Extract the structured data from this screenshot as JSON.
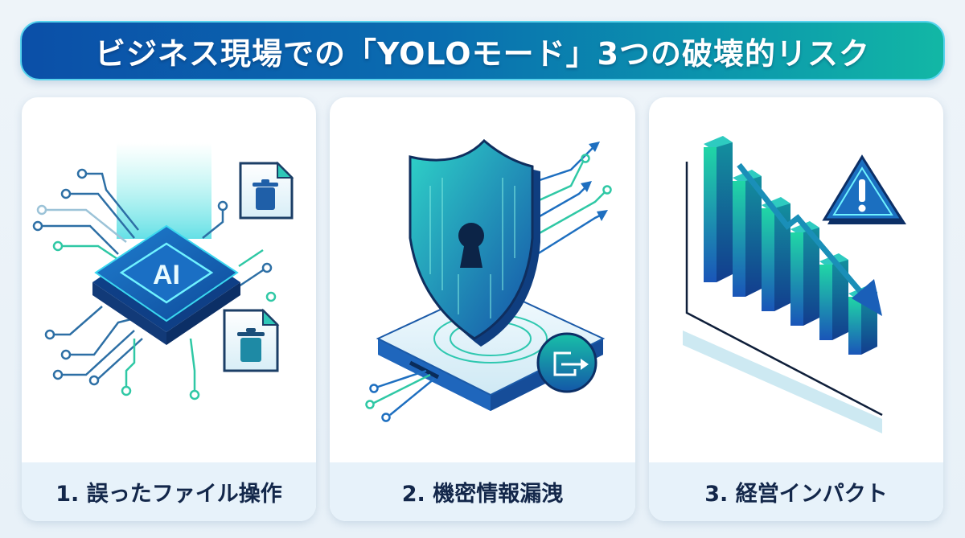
{
  "title": "ビジネス現場での「YOLOモード」3つの破壊的リスク",
  "colors": {
    "banner_start": "#0b4fa8",
    "banner_end": "#12b7a5",
    "accent_teal": "#22d3b0",
    "accent_blue": "#1b5fb8",
    "label_text": "#13274a",
    "label_band": "#e7f2fa"
  },
  "cards": [
    {
      "label": "1. 誤ったファイル操作",
      "illustration": {
        "chip_text": "AI",
        "icons": [
          "ai-chip-icon",
          "circuit-traces-icon",
          "file-delete-icon",
          "file-delete-icon"
        ]
      }
    },
    {
      "label": "2. 機密情報漏洩",
      "illustration": {
        "icons": [
          "shield-keyhole-icon",
          "server-icon",
          "data-outflow-arrows-icon",
          "export-icon"
        ]
      }
    },
    {
      "label": "3. 経営インパクト",
      "illustration": {
        "icons": [
          "declining-bar-chart-icon",
          "down-trend-arrow-icon",
          "warning-triangle-icon"
        ]
      }
    }
  ],
  "chart_data": {
    "type": "bar",
    "title": "",
    "categories": [
      "1",
      "2",
      "3",
      "4",
      "5",
      "6"
    ],
    "values": [
      100,
      84,
      71,
      59,
      43,
      28
    ],
    "xlabel": "",
    "ylabel": "",
    "note": "Decorative declining 3D bar chart with a downward trend arrow; no axis ticks or numeric labels shown (values are relative estimates of bar heights)."
  }
}
